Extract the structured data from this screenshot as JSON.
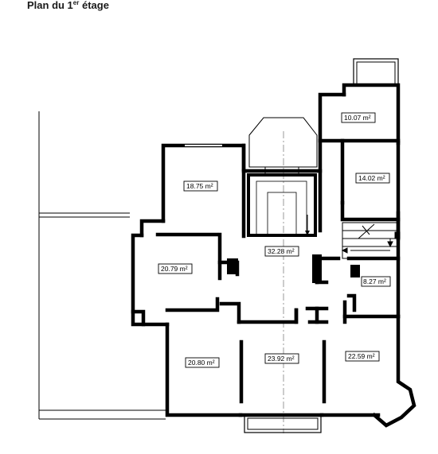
{
  "title": {
    "prefix": "Plan du 1",
    "superscript": "er",
    "suffix": " étage"
  },
  "rooms": [
    {
      "id": "balcony-room",
      "area": "10.07 m²"
    },
    {
      "id": "bedroom-ne",
      "area": "14.02 m²"
    },
    {
      "id": "bedroom-nw",
      "area": "18.75 m²"
    },
    {
      "id": "hall",
      "area": "32.28 m²"
    },
    {
      "id": "room-west",
      "area": "20.79 m²"
    },
    {
      "id": "small-east",
      "area": "8.27 m²"
    },
    {
      "id": "room-sw",
      "area": "20.80 m²"
    },
    {
      "id": "room-s",
      "area": "23.92 m²"
    },
    {
      "id": "room-se",
      "area": "22.59 m²"
    }
  ]
}
